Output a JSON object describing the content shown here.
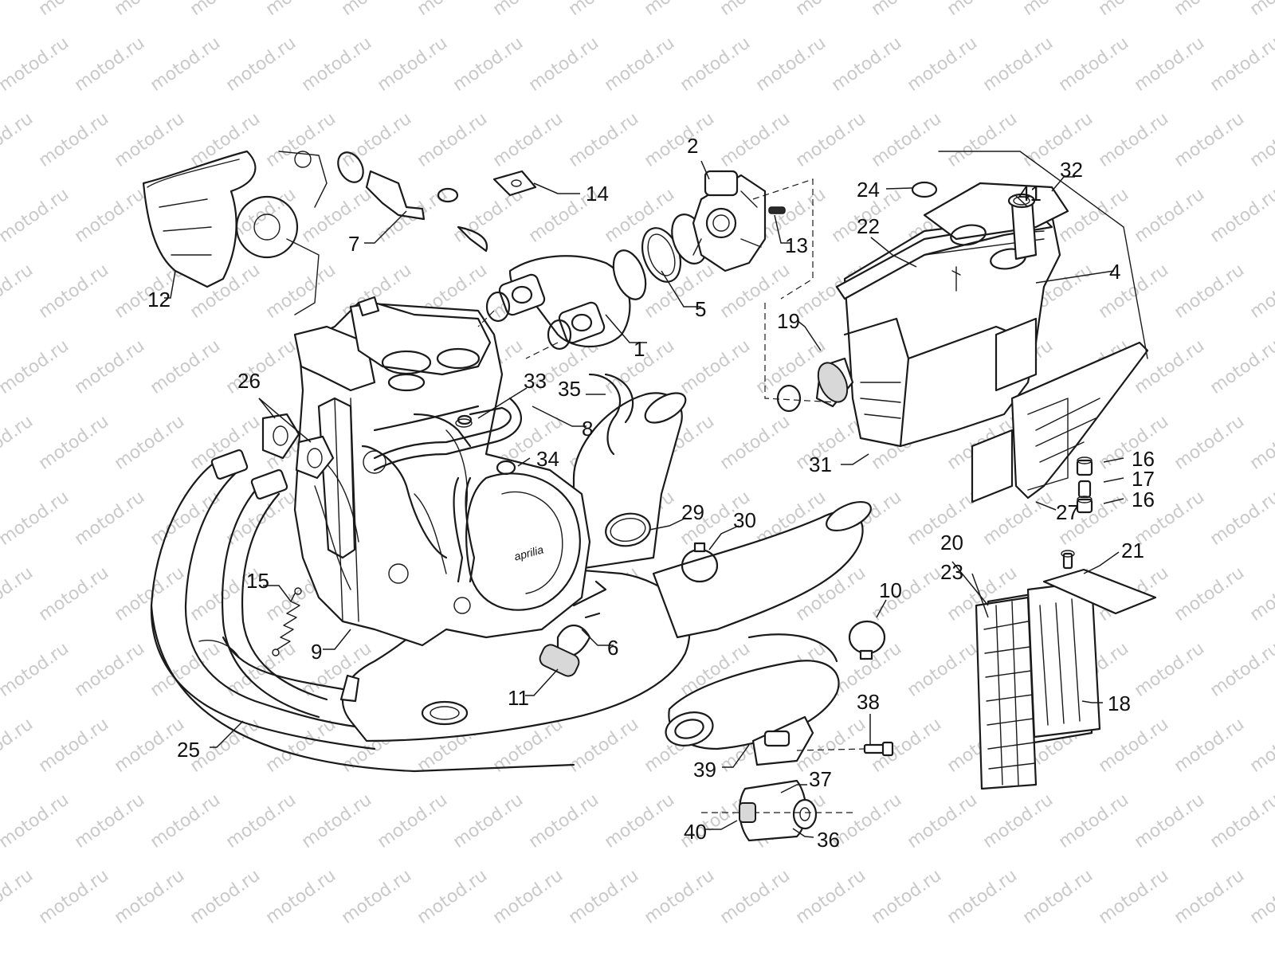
{
  "watermark": {
    "text": "motod.ru",
    "color": "#c9c9c9"
  },
  "callouts": [
    {
      "id": "1",
      "text": "1"
    },
    {
      "id": "2",
      "text": "2"
    },
    {
      "id": "4",
      "text": "4"
    },
    {
      "id": "5",
      "text": "5"
    },
    {
      "id": "6",
      "text": "6"
    },
    {
      "id": "7",
      "text": "7"
    },
    {
      "id": "8",
      "text": "8"
    },
    {
      "id": "9",
      "text": "9"
    },
    {
      "id": "10",
      "text": "10"
    },
    {
      "id": "11",
      "text": "11"
    },
    {
      "id": "12",
      "text": "12"
    },
    {
      "id": "13",
      "text": "13"
    },
    {
      "id": "14",
      "text": "14"
    },
    {
      "id": "15",
      "text": "15"
    },
    {
      "id": "16a",
      "text": "16"
    },
    {
      "id": "16b",
      "text": "16"
    },
    {
      "id": "17",
      "text": "17"
    },
    {
      "id": "18",
      "text": "18"
    },
    {
      "id": "19",
      "text": "19"
    },
    {
      "id": "20",
      "text": "20"
    },
    {
      "id": "21",
      "text": "21"
    },
    {
      "id": "22",
      "text": "22"
    },
    {
      "id": "23",
      "text": "23"
    },
    {
      "id": "24",
      "text": "24"
    },
    {
      "id": "25",
      "text": "25"
    },
    {
      "id": "26",
      "text": "26"
    },
    {
      "id": "27",
      "text": "27"
    },
    {
      "id": "29",
      "text": "29"
    },
    {
      "id": "30",
      "text": "30"
    },
    {
      "id": "31",
      "text": "31"
    },
    {
      "id": "32",
      "text": "32"
    },
    {
      "id": "33",
      "text": "33"
    },
    {
      "id": "34",
      "text": "34"
    },
    {
      "id": "35",
      "text": "35"
    },
    {
      "id": "36",
      "text": "36"
    },
    {
      "id": "37",
      "text": "37"
    },
    {
      "id": "38",
      "text": "38"
    },
    {
      "id": "39",
      "text": "39"
    },
    {
      "id": "40",
      "text": "40"
    },
    {
      "id": "41",
      "text": "41"
    }
  ]
}
